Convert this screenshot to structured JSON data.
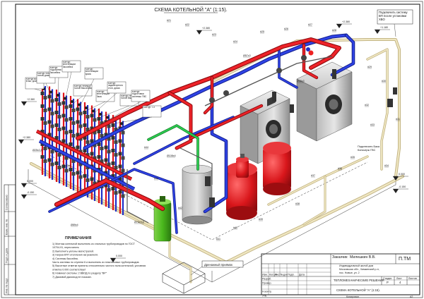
{
  "sheet": {
    "title": "СХЕМА КОТЕЛЬНОЙ \"А\" (1:15).",
    "note_top_right": "Подключить систему ВП после установки ХВО",
    "note_right_mid": "Подключить Бака Консьерж ГВС",
    "drain_label": "Дренажный приямок"
  },
  "collectors": {
    "labels": [
      "Контур всё этаж. дома",
      "Контур тёплых полов дома",
      "Контур подогрева бассейна",
      "Контур вентиляции бассейна",
      "Контур теплых полов бассейна",
      "Контур вентиляции дома",
      "Контур вентиляции бака",
      "Контур радиаторного отоп. дома",
      "Контур тёплых полов бака",
      "Контур подготовки системы ГВС",
      "Контур ТЭ"
    ]
  },
  "elevations": {
    "top_left": "+2.380",
    "top_mid": "+2.380",
    "top_right": "+2.380",
    "upper_right": "+1.180",
    "left_mid": "+2.380",
    "left_low": "0.000",
    "bottom_mid": "0.000",
    "right_low": "0.000",
    "floor_left": "-0.150",
    "floor_right": "-0.150"
  },
  "pipe_tags": [
    "#21",
    "#22",
    "#23",
    "#24",
    "#25",
    "#26",
    "#27",
    "#28",
    "#29",
    "#30",
    "#31",
    "#32",
    "#33",
    "#34",
    "#35",
    "#36",
    "#37",
    "#38",
    "#39",
    "#40",
    "#41",
    "#42",
    "#43",
    "#44",
    "Ø108x4",
    "Ø89x4",
    "Ø76x3,5",
    "Ø57x3",
    "Ø32x3",
    "Ø25x2,8",
    "Ø40x3"
  ],
  "notes": {
    "heading": "ПРИМЕЧАНИЯ",
    "lines": [
      "1) Монтаж котельной выполнить из стальных трубопроводов по ГОСТ",
      "   10704-91, пересчитать",
      "2) Выполнить уклоны магистралей.",
      "3) Нагрев ВТП отопления нагревателя.",
      "4) Системы бассейна.",
      "Часть системы по ступени 6 и выполнить из пластиковых трубопроводов.",
      "5) Высотные отметки приняты относительно чистого пола котельной, условная",
      "   отметка 0.000 соответствует",
      "6) Номинал системы: 2 ВВОД по разделу \"ВР\"",
      "7) Дымовой дымоход не показан."
    ]
  },
  "title_block": {
    "customer_label": "Заказчик:",
    "customer_name": "Милешкин В.В.",
    "object_line1": "Индивидуальный жилой дом",
    "object_line2": "Московская обл., Химкинский р-н,",
    "object_line3": "пос. Новые, ул. 2",
    "section_code": "П.ТМ",
    "section_name": "ТЕПЛОМЕХАНИЧЕСКИЕ РЕШЕНИЯ",
    "stage_header": "Стадия",
    "sheet_header": "Лист",
    "sheets_header": "Листов",
    "stage": "Р",
    "sheet": "4",
    "drawing_name": "СХЕМА КОТЕЛЬНОЙ \"А\" (1:15).",
    "rows": [
      "Изм.",
      "Кол.уч",
      "Лист",
      "№док",
      "Подп.",
      "Дата"
    ],
    "roles": [
      "Разраб.",
      "Провер.",
      "",
      "Н.контр.",
      "Утв."
    ],
    "copied": "Копировал",
    "format": "A2"
  },
  "left_margin": {
    "cells": [
      "Согласовано",
      "Взам. инв. №",
      "Подп. и дата",
      "Инв. № подл."
    ]
  },
  "colors": {
    "supply": "#e0141b",
    "return": "#1f2fc8",
    "cold_water": "#1bb43a",
    "gas_yellow": "#ddd84a",
    "pipe_beige": "#e8ddb0",
    "frame": "#222222",
    "tank_red": "#d9161b"
  }
}
